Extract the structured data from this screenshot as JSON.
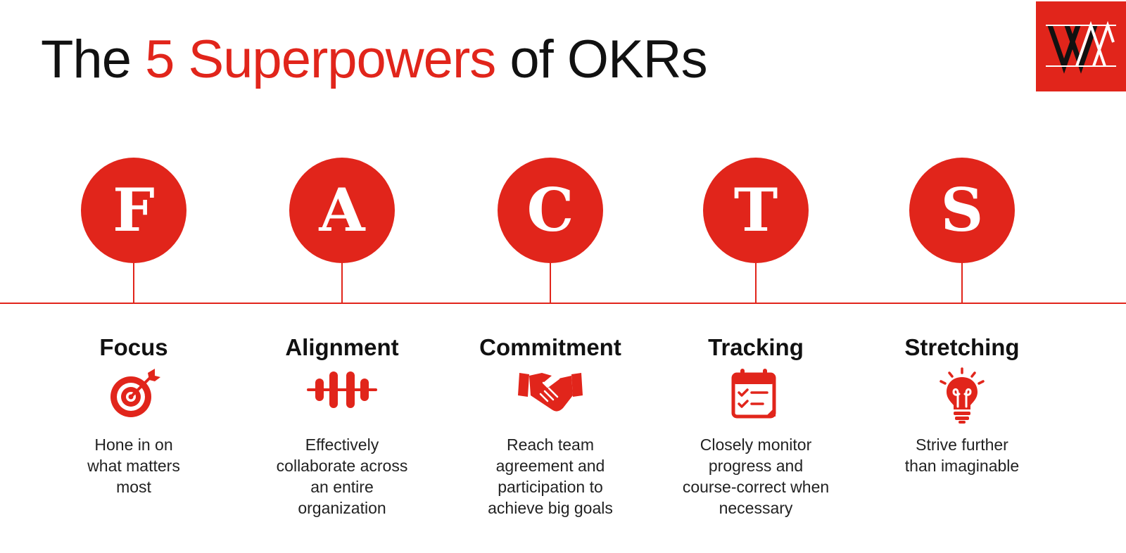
{
  "header": {
    "title_before": "The ",
    "title_accent": "5 Superpowers",
    "title_after": " of OKRs"
  },
  "colors": {
    "accent": "#e1251b",
    "text": "#111111",
    "background": "#ffffff"
  },
  "logo": {
    "text": "WM"
  },
  "superpowers": [
    {
      "letter": "F",
      "name": "Focus",
      "icon": "target-icon",
      "description": [
        "Hone in on",
        "what matters",
        "most"
      ]
    },
    {
      "letter": "A",
      "name": "Alignment",
      "icon": "alignment-icon",
      "description": [
        "Effectively",
        "collaborate across",
        "an entire",
        "organization"
      ]
    },
    {
      "letter": "C",
      "name": "Commitment",
      "icon": "handshake-icon",
      "description": [
        "Reach team",
        "agreement and",
        "participation to",
        "achieve big goals"
      ]
    },
    {
      "letter": "T",
      "name": "Tracking",
      "icon": "calendar-checklist-icon",
      "description": [
        "Closely monitor",
        "progress and",
        "course-correct when",
        "necessary"
      ]
    },
    {
      "letter": "S",
      "name": "Stretching",
      "icon": "lightbulb-icon",
      "description": [
        "Strive further",
        "than imaginable"
      ]
    }
  ]
}
